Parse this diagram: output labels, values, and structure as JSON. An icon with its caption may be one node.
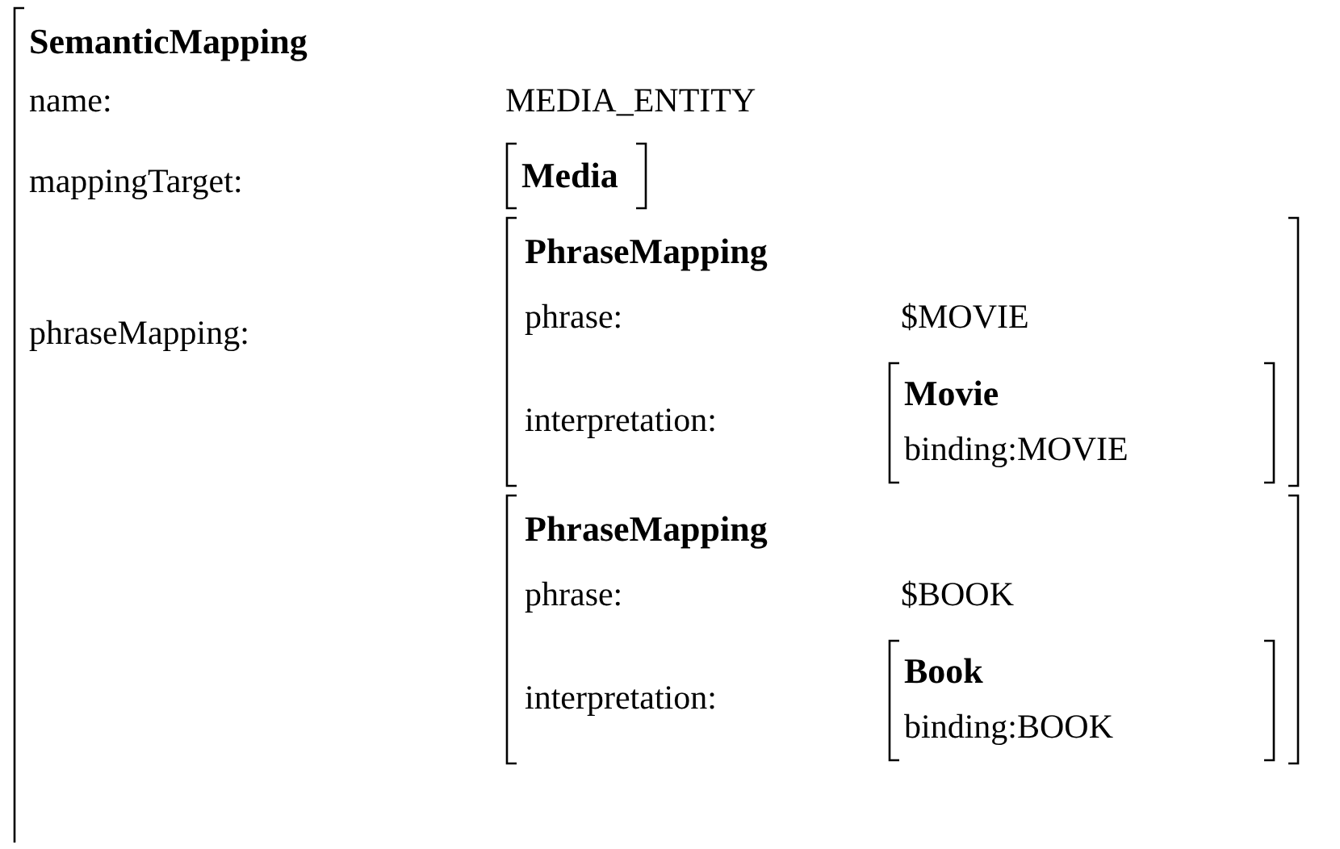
{
  "diagram": {
    "nodes": [
      {
        "text": [
          "SemanticMapping",
          "name:",
          "MEDIA_ENTITY",
          "mappingTarget:",
          "phraseMapping:"
        ]
      },
      {
        "text": [
          "Media"
        ],
        "in": 0
      },
      {
        "text": [
          "PhraseMapping",
          "phrase:",
          "$MOVIE",
          "interpretation:"
        ],
        "in": 0
      },
      {
        "text": [
          "Movie",
          "binding:MOVIE"
        ],
        "in": 2
      },
      {
        "text": [
          "PhraseMapping",
          "phrase:",
          "$BOOK",
          "interpretation:"
        ],
        "in": 0
      },
      {
        "text": [
          "Book",
          "binding:BOOK"
        ],
        "in": 4
      }
    ]
  }
}
